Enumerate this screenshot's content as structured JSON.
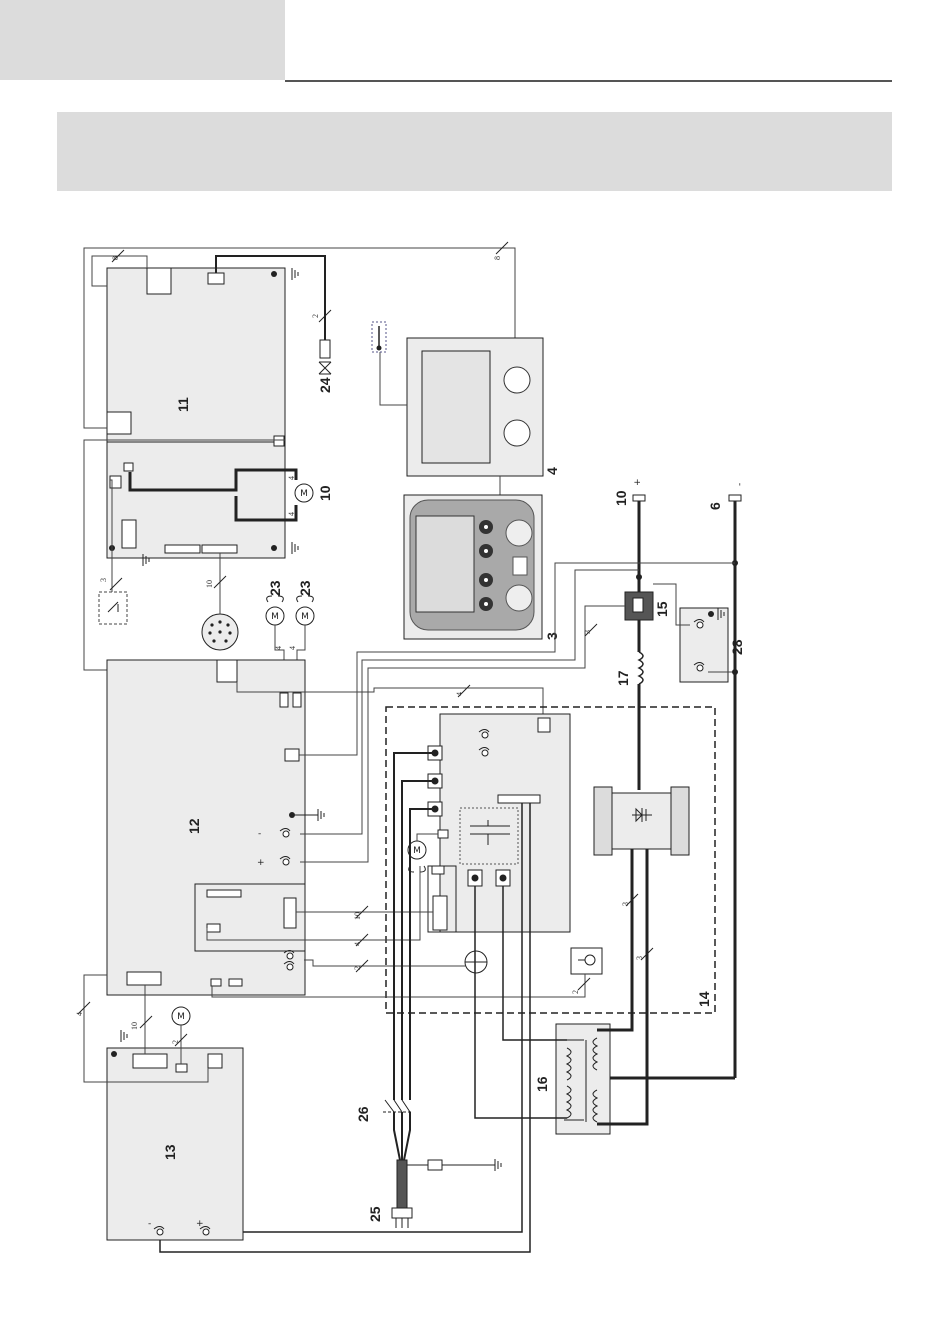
{
  "components": [
    {
      "id": "c11",
      "label": "11"
    },
    {
      "id": "c24",
      "label": "24"
    },
    {
      "id": "c4",
      "label": "4"
    },
    {
      "id": "c10m",
      "label": "10"
    },
    {
      "id": "c3",
      "label": "3"
    },
    {
      "id": "c10t",
      "label": "10"
    },
    {
      "id": "c6",
      "label": "6"
    },
    {
      "id": "c15",
      "label": "15"
    },
    {
      "id": "c17",
      "label": "17"
    },
    {
      "id": "c28",
      "label": "28"
    },
    {
      "id": "c23a",
      "label": "23"
    },
    {
      "id": "c23b",
      "label": "23"
    },
    {
      "id": "c12",
      "label": "12"
    },
    {
      "id": "c14",
      "label": "14"
    },
    {
      "id": "c16",
      "label": "16"
    },
    {
      "id": "c13",
      "label": "13"
    },
    {
      "id": "c26",
      "label": "26"
    },
    {
      "id": "c25",
      "label": "25"
    }
  ],
  "wire_counts": [
    "8",
    "8",
    "2",
    "4",
    "4",
    "3",
    "10",
    "4",
    "4",
    "4",
    "3",
    "10",
    "4",
    "2",
    "2",
    "3",
    "3",
    "4",
    "10",
    "2"
  ],
  "polarity": {
    "plus": "+",
    "minus": "-"
  },
  "icons": [
    "motor-icon",
    "fan-icon",
    "ground-icon",
    "usb-icon",
    "valve-icon",
    "diode-bridge-icon",
    "inductor-icon",
    "transformer-icon",
    "plug-icon",
    "switch-icon"
  ],
  "colors": {
    "board_fill": "#ececec",
    "wire": "#222222",
    "header_gray": "#dcdcdc"
  }
}
